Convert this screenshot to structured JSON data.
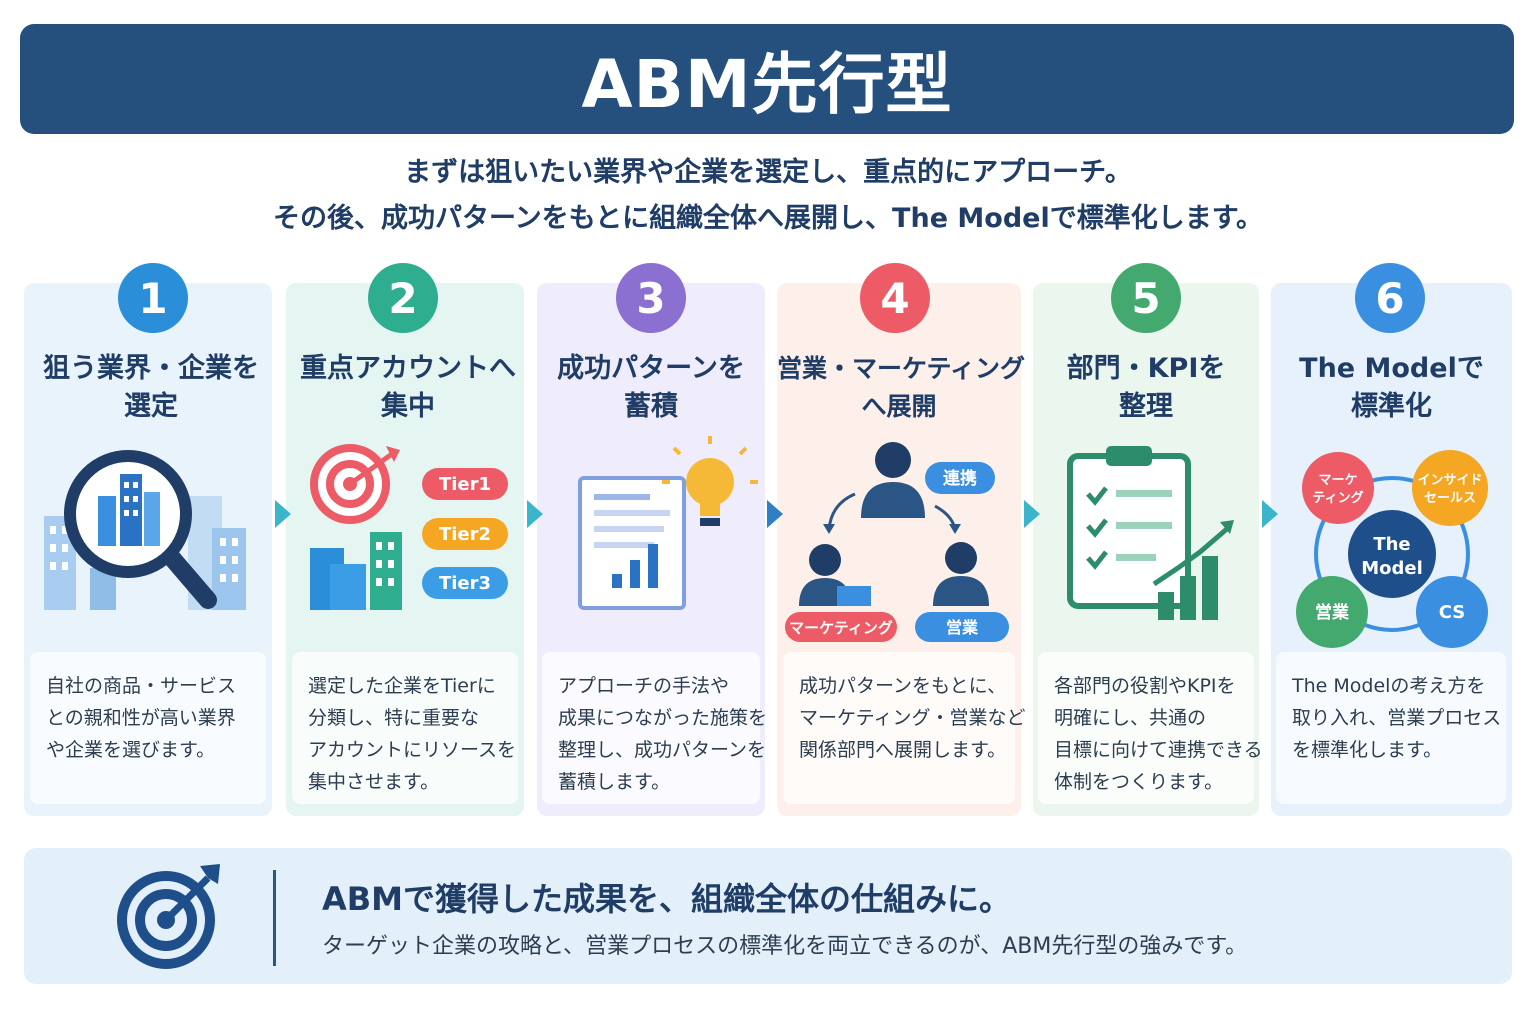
{
  "header": {
    "title": "ABM先行型"
  },
  "intro": {
    "line1": "まずは狙いたい業界や企業を選定し、重点的にアプローチ。",
    "line2": "その後、成功パターンをもとに組織全体へ展開し、The Modelで標準化します。"
  },
  "colors": {
    "header": "#25507e",
    "step1": "#2a8fd8",
    "step2": "#2fae8f",
    "step3": "#8b6fd1",
    "step4": "#ec5b66",
    "step5": "#43a96f",
    "step6": "#3a8fe0",
    "arrow": "#3ab5c9"
  },
  "steps": [
    {
      "number": "1",
      "title": [
        "狙う業界・企業を",
        "選定"
      ],
      "description": [
        "自社の商品・サービス",
        "との親和性が高い業界",
        "や企業を選びます。"
      ]
    },
    {
      "number": "2",
      "title": [
        "重点アカウントへ",
        "集中"
      ],
      "tiers": [
        "Tier1",
        "Tier2",
        "Tier3"
      ],
      "description": [
        "選定した企業をTierに",
        "分類し、特に重要な",
        "アカウントにリソースを",
        "集中させます。"
      ]
    },
    {
      "number": "3",
      "title": [
        "成功パターンを",
        "蓄積"
      ],
      "description": [
        "アプローチの手法や",
        "成果につながった施策を",
        "整理し、成功パターンを",
        "蓄積します。"
      ]
    },
    {
      "number": "4",
      "title": [
        "営業・マーケティング",
        "へ展開"
      ],
      "labels": {
        "link": "連携",
        "marketing": "マーケティング",
        "sales": "営業"
      },
      "description": [
        "成功パターンをもとに、",
        "マーケティング・営業など",
        "関係部門へ展開します。"
      ]
    },
    {
      "number": "5",
      "title": [
        "部門・KPIを",
        "整理"
      ],
      "description": [
        "各部門の役割やKPIを",
        "明確にし、共通の",
        "目標に向けて連携できる",
        "体制をつくります。"
      ]
    },
    {
      "number": "6",
      "title": [
        "The Modelで",
        "標準化"
      ],
      "model": {
        "center": [
          "The",
          "Model"
        ],
        "marketing": [
          "マーケ",
          "ティング"
        ],
        "inside_sales": [
          "インサイド",
          "セールス"
        ],
        "sales": "営業",
        "cs": "CS"
      },
      "description": [
        "The Modelの考え方を",
        "取り入れ、営業プロセス",
        "を標準化します。"
      ]
    }
  ],
  "summary": {
    "headline": "ABMで獲得した成果を、組織全体の仕組みに。",
    "subline": "ターゲット企業の攻略と、営業プロセスの標準化を両立できるのが、ABM先行型の強みです。"
  }
}
